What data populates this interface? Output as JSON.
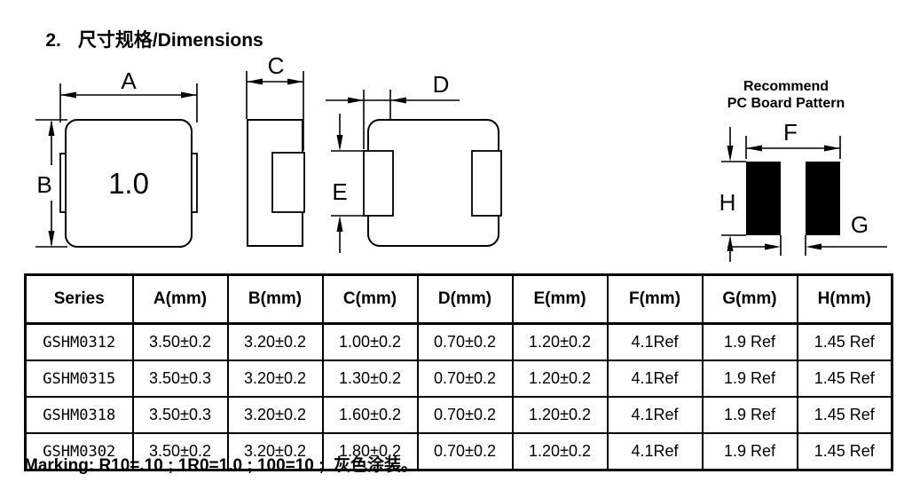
{
  "page": {
    "title_number": "2.",
    "title_text": "尺寸规格/Dimensions"
  },
  "drawings": {
    "front_view": {
      "dim_a": "A",
      "dim_b": "B",
      "part_marking": "1.0"
    },
    "side_view": {
      "dim_c": "C"
    },
    "bottom_view": {
      "dim_d": "D",
      "dim_e": "E"
    },
    "pcb_pattern": {
      "title_line1": "Recommend",
      "title_line2": "PC Board Pattern",
      "dim_f": "F",
      "dim_g": "G",
      "dim_h": "H"
    }
  },
  "table": {
    "headers": [
      "Series",
      "A(mm)",
      "B(mm)",
      "C(mm)",
      "D(mm)",
      "E(mm)",
      "F(mm)",
      "G(mm)",
      "H(mm)"
    ],
    "rows": [
      [
        "GSHM0312",
        "3.50±0.2",
        "3.20±0.2",
        "1.00±0.2",
        "0.70±0.2",
        "1.20±0.2",
        "4.1Ref",
        "1.9 Ref",
        "1.45 Ref"
      ],
      [
        "GSHM0315",
        "3.50±0.3",
        "3.20±0.2",
        "1.30±0.2",
        "0.70±0.2",
        "1.20±0.2",
        "4.1Ref",
        "1.9 Ref",
        "1.45 Ref"
      ],
      [
        "GSHM0318",
        "3.50±0.3",
        "3.20±0.2",
        "1.60±0.2",
        "0.70±0.2",
        "1.20±0.2",
        "4.1Ref",
        "1.9 Ref",
        "1.45 Ref"
      ],
      [
        "GSHM0302",
        "3.50±0.2",
        "3.20±0.2",
        "1.80±0.2",
        "0.70±0.2",
        "1.20±0.2",
        "4.1Ref",
        "1.9 Ref",
        "1.45 Ref"
      ]
    ]
  },
  "footer": {
    "marking_note": "Marking: R10=.10 ; 1R0=1.0 ; 100=10 ;  灰色涂装。"
  },
  "colors": {
    "ink": "#000000",
    "paper": "#ffffff"
  }
}
